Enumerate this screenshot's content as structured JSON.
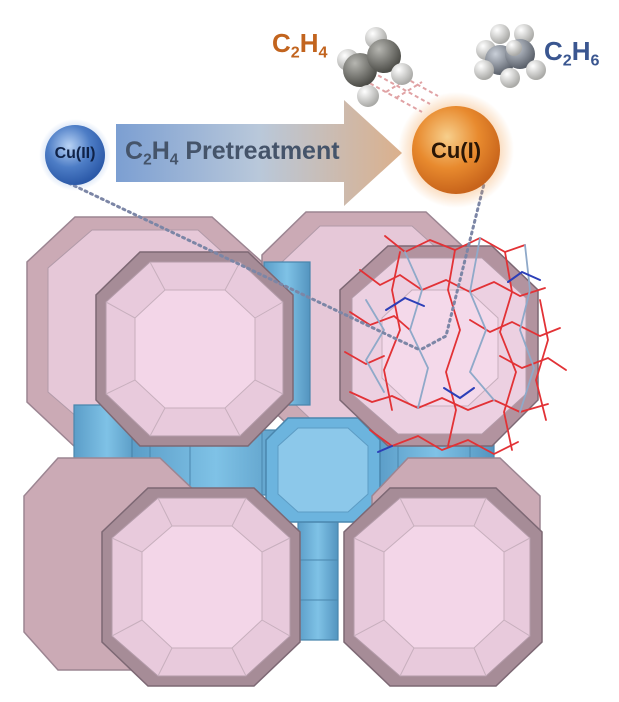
{
  "labels": {
    "c2h4": {
      "main": "C",
      "sub1": "2",
      "mid": "H",
      "sub2": "4"
    },
    "c2h6": {
      "main": "C",
      "sub1": "2",
      "mid": "H",
      "sub2": "6"
    },
    "pretreatment": {
      "main": "C",
      "sub1": "2",
      "mid": "H",
      "sub2": "4",
      "rest": " Pretreatment"
    },
    "cu2": "Cu(II)",
    "cu1": "Cu(I)"
  },
  "colors": {
    "c2h4_text": "#c2641e",
    "c2h6_text": "#3a5690",
    "arrow_start": "#7e9ed0",
    "arrow_end": "#d9b08e",
    "cu2_sphere": "#3f72bf",
    "cu1_sphere": "#e88424",
    "cage_pink": "#efd3e6",
    "prism_blue": "#66b2dd"
  },
  "icons": {
    "molecule_left": "ethylene-molecule-icon",
    "molecule_right": "ethane-molecule-icon"
  }
}
